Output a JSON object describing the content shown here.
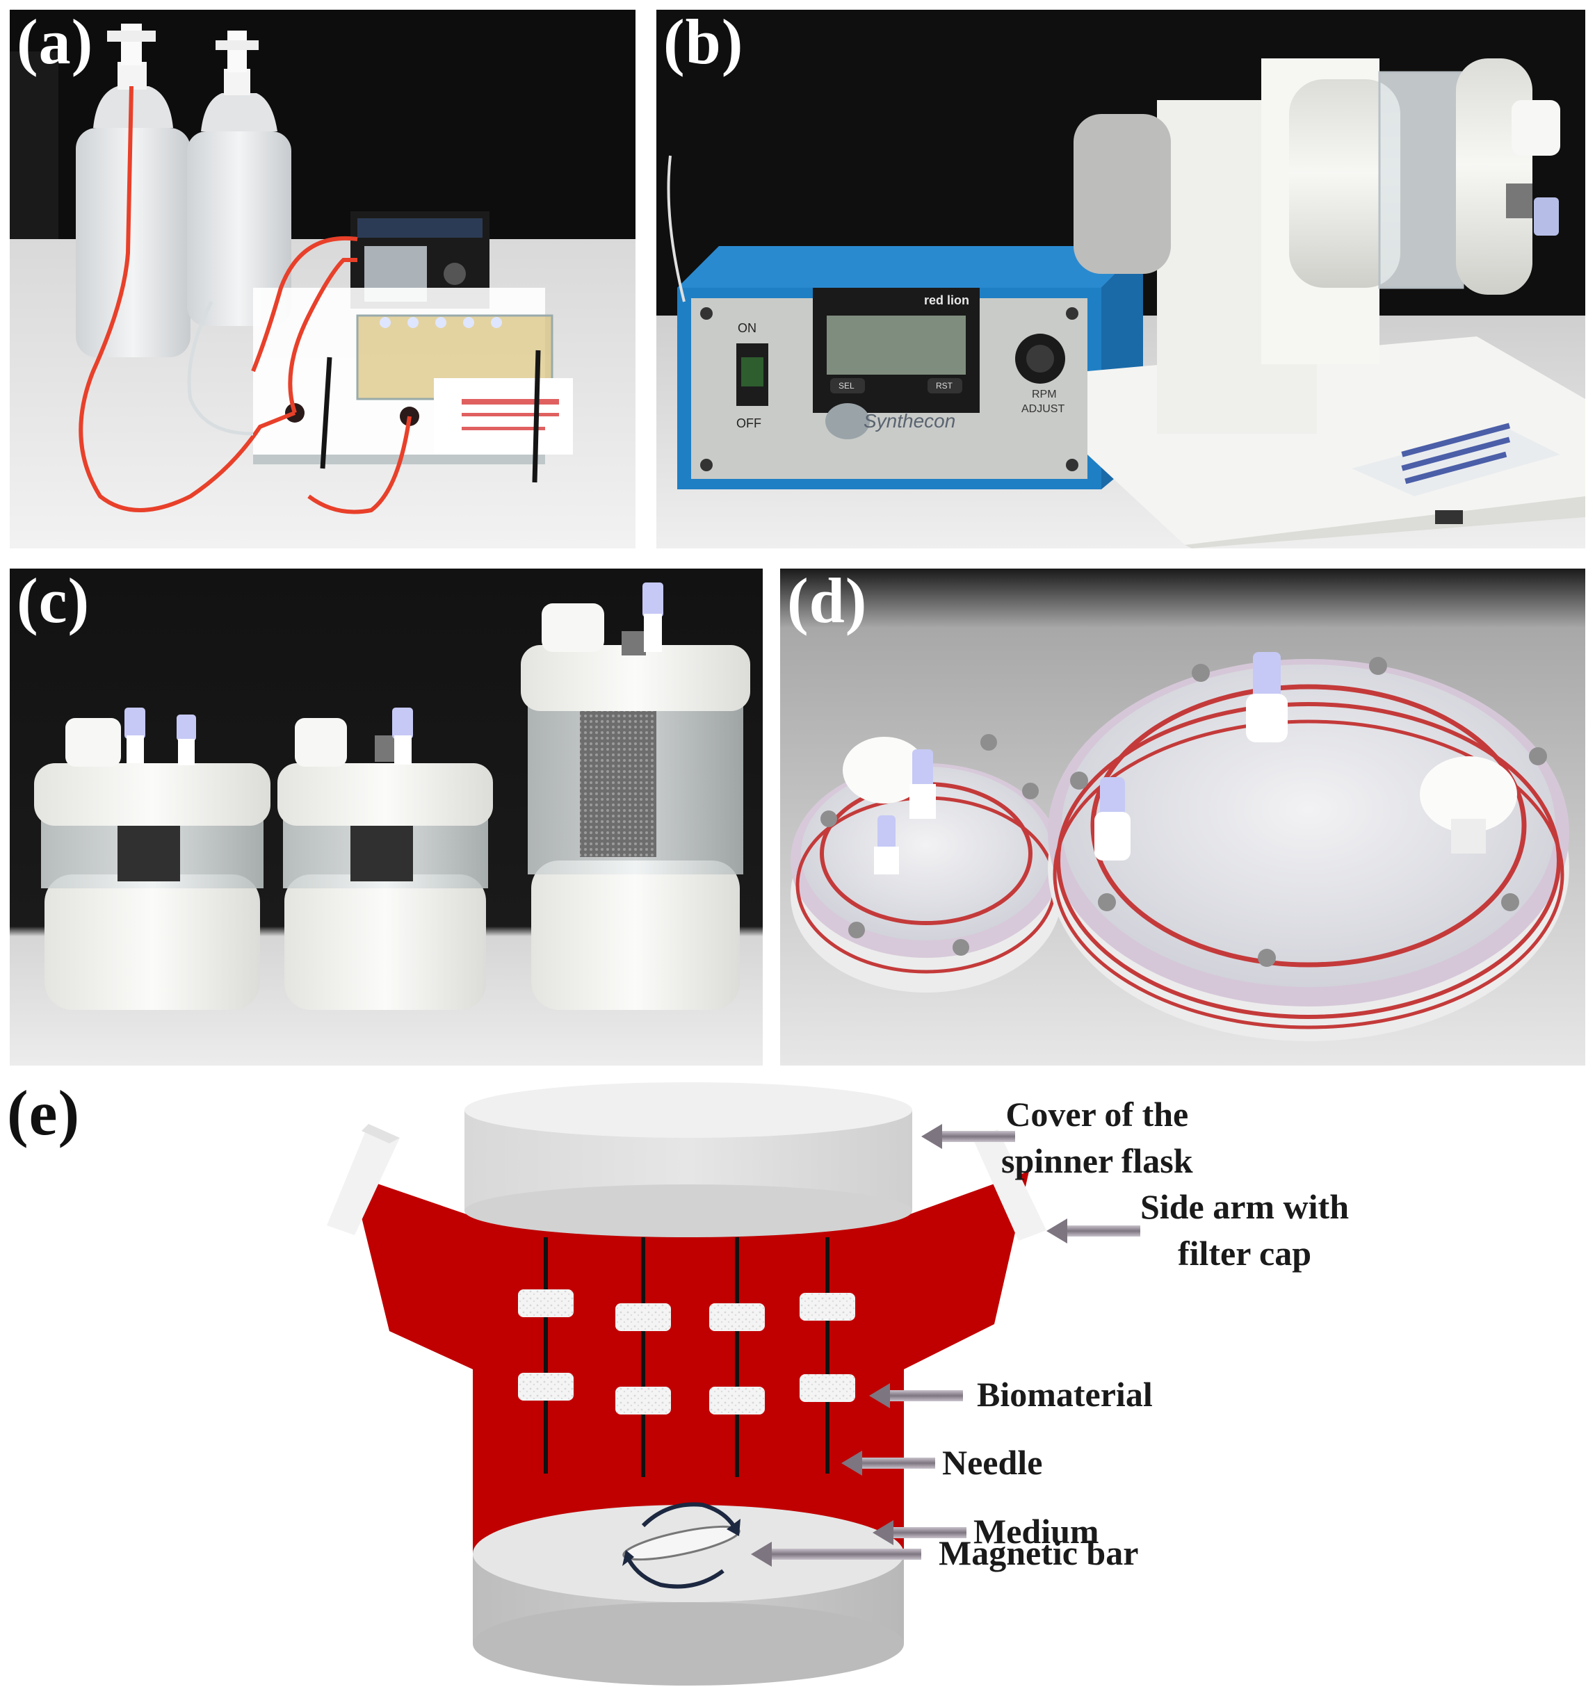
{
  "panels": {
    "a": {
      "label": "(a)"
    },
    "b": {
      "label": "(b)",
      "device": {
        "switch_on": "ON",
        "switch_off": "OFF",
        "brand": "red lion",
        "maker": "Synthecon",
        "knob_label_1": "RPM",
        "knob_label_2": "ADJUST",
        "btn_left": "SEL",
        "btn_right": "RST"
      }
    },
    "c": {
      "label": "(c)"
    },
    "d": {
      "label": "(d)"
    },
    "e": {
      "label": "(e)",
      "annotations": {
        "cover_line1": "Cover of the",
        "cover_line2": "spinner flask",
        "sidearm_line1": "Side arm with",
        "sidearm_line2": "filter cap",
        "biomaterial": "Biomaterial",
        "needle": "Needle",
        "medium": "Medium",
        "magnetic_bar": "Magnetic bar"
      }
    }
  },
  "colors": {
    "medium_red": "#c00000",
    "tubing_red": "#e8402a",
    "device_blue": "#1f7fc4",
    "photo_dark": "#111111",
    "ptfe_white": "#f4f4f2"
  }
}
